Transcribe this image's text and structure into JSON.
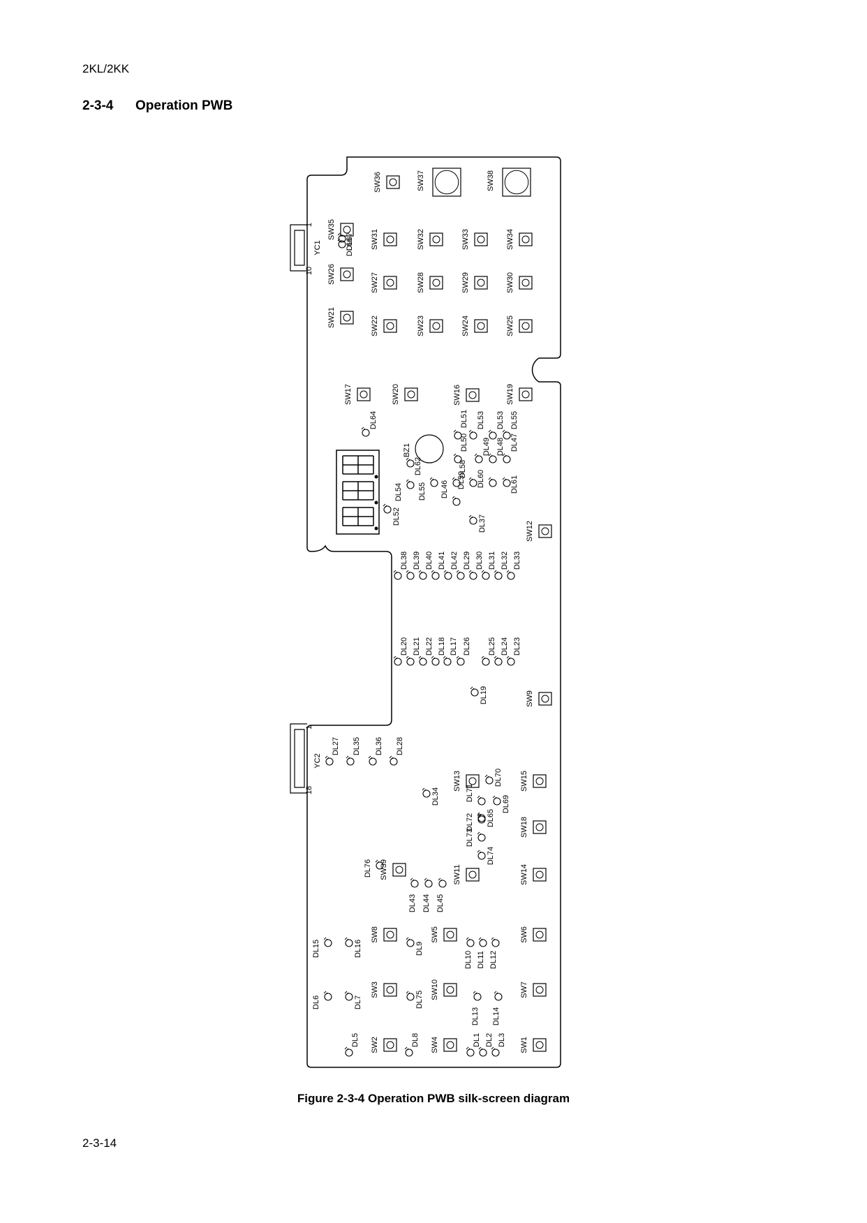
{
  "header": {
    "model": "2KL/2KK"
  },
  "section": {
    "number": "2-3-4",
    "title": "Operation PWB"
  },
  "figure": {
    "caption": "Figure 2-3-4 Operation PWB silk-screen diagram"
  },
  "footer": {
    "page": "2-3-14"
  },
  "board": {
    "connectors": [
      {
        "name": "YC1",
        "pin_first": "1",
        "pin_last": "10"
      },
      {
        "name": "YC2",
        "pin_first": "1",
        "pin_last": "18"
      }
    ],
    "buzzer": "BZ1",
    "switches": [
      "SW1",
      "SW2",
      "SW3",
      "SW4",
      "SW5",
      "SW6",
      "SW7",
      "SW8",
      "SW9",
      "SW10",
      "SW11",
      "SW12",
      "SW13",
      "SW14",
      "SW15",
      "SW16",
      "SW17",
      "SW18",
      "SW19",
      "SW20",
      "SW21",
      "SW22",
      "SW23",
      "SW24",
      "SW25",
      "SW26",
      "SW27",
      "SW28",
      "SW29",
      "SW30",
      "SW31",
      "SW32",
      "SW33",
      "SW34",
      "SW35",
      "SW36",
      "SW37",
      "SW38",
      "SW39"
    ],
    "leds": [
      "DL1",
      "DL2",
      "DL3",
      "DL5",
      "DL6",
      "DL7",
      "DL8",
      "DL9",
      "DL10",
      "DL11",
      "DL12",
      "DL13",
      "DL14",
      "DL15",
      "DL16",
      "DL17",
      "DL18",
      "DL19",
      "DL20",
      "DL21",
      "DL22",
      "DL23",
      "DL24",
      "DL25",
      "DL26",
      "DL27",
      "DL28",
      "DL29",
      "DL30",
      "DL31",
      "DL32",
      "DL33",
      "DL34",
      "DL35",
      "DL36",
      "DL37",
      "DL38",
      "DL39",
      "DL40",
      "DL41",
      "DL42",
      "DL43",
      "DL44",
      "DL45",
      "DL46",
      "DL47",
      "DL48",
      "DL49",
      "DL50",
      "DL51",
      "DL52",
      "DL53",
      "DL53",
      "DL54",
      "DL55",
      "DL55",
      "DL58",
      "DL59",
      "DL60",
      "DL61",
      "DL62",
      "DL64",
      "DL65",
      "DL66",
      "DL67",
      "DL69",
      "DL70",
      "DL71",
      "DL72",
      "DL73",
      "DL74",
      "DL75",
      "DL76"
    ]
  }
}
